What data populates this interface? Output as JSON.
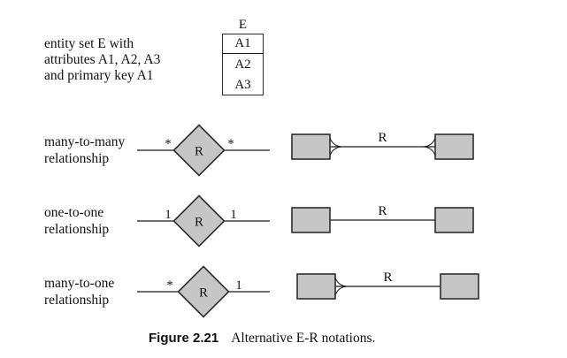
{
  "colors": {
    "background": "#ffffff",
    "shape_fill": "#c6c6c6",
    "shape_stroke": "#2d2d2d",
    "line": "#1c1c1c",
    "text": "#111111"
  },
  "intro": {
    "line1": "entity set E with",
    "line2": "attributes A1, A2, A3",
    "line3": "and primary key A1"
  },
  "entity": {
    "title": "E",
    "primary_key_attribute": "A1",
    "attribute_2": "A2",
    "attribute_3": "A3"
  },
  "rows": [
    {
      "label_line1": "many-to-many",
      "label_line2": "relationship",
      "diamond_label": "R",
      "left_cardinality": "*",
      "right_cardinality": "*",
      "line_label": "R",
      "left_crow_foot": true,
      "right_crow_foot": true
    },
    {
      "label_line1": "one-to-one",
      "label_line2": "relationship",
      "diamond_label": "R",
      "left_cardinality": "1",
      "right_cardinality": "1",
      "line_label": "R",
      "left_crow_foot": false,
      "right_crow_foot": false
    },
    {
      "label_line1": "many-to-one",
      "label_line2": "relationship",
      "diamond_label": "R",
      "left_cardinality": "*",
      "right_cardinality": "1",
      "line_label": "R",
      "left_crow_foot": true,
      "right_crow_foot": false
    }
  ],
  "caption": {
    "figure_label": "Figure 2.21",
    "figure_text": "Alternative E-R notations."
  }
}
